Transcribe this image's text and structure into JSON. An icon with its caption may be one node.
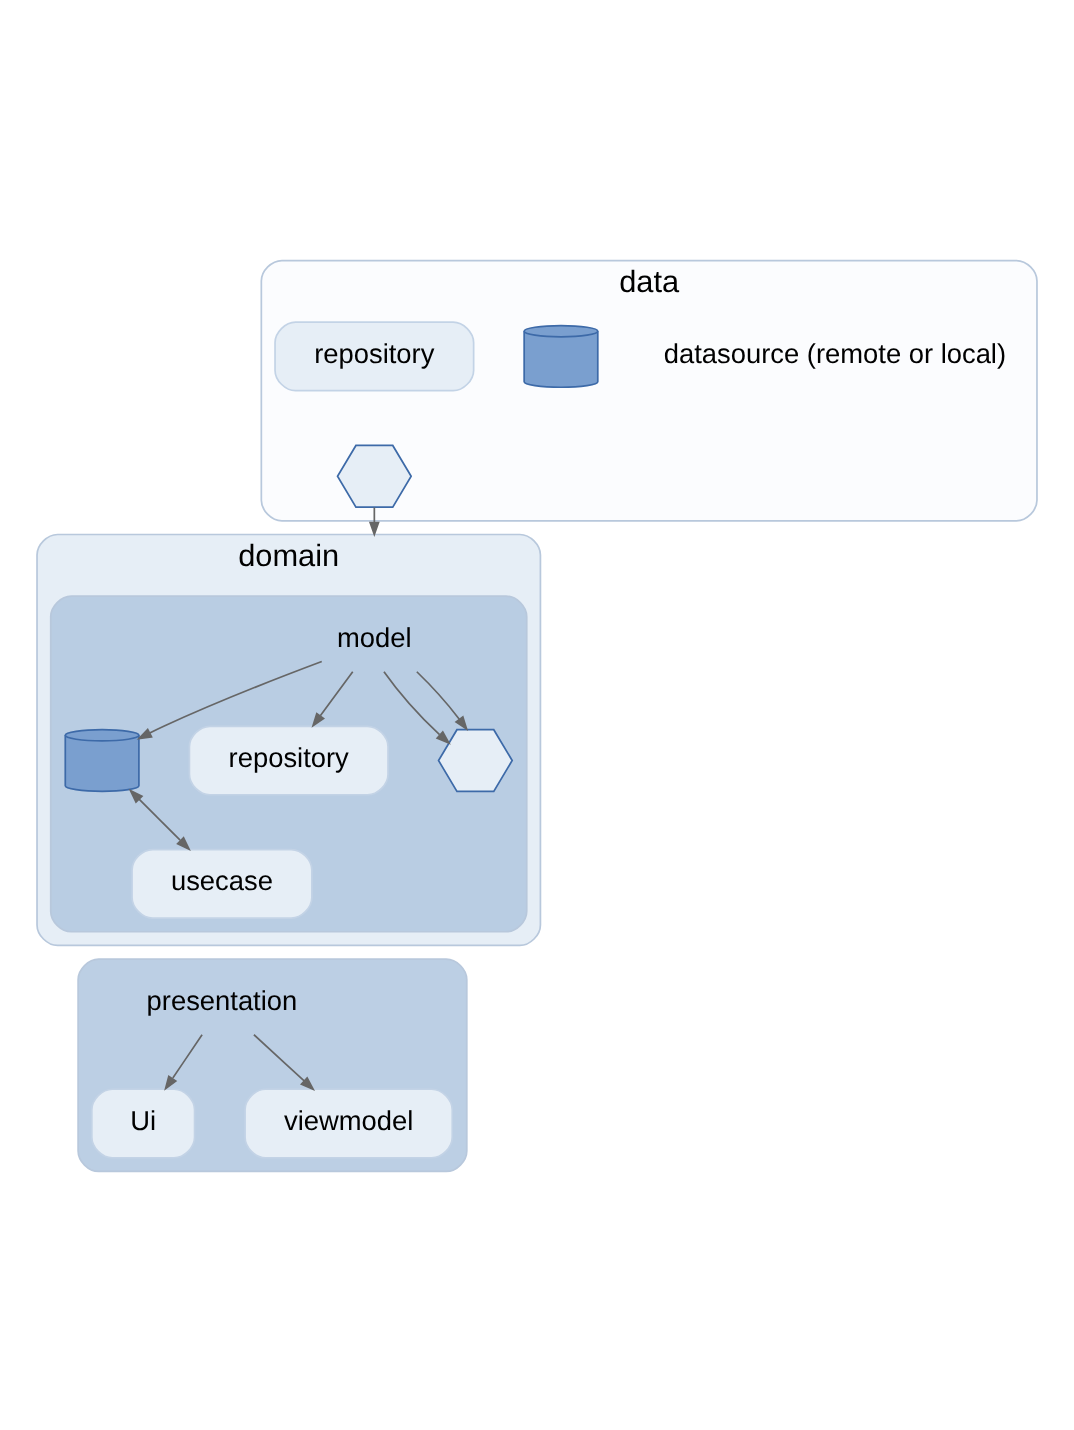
{
  "diagram": {
    "nodes": [
      {
        "text": [
          "data"
        ]
      },
      {
        "text": [
          "repository"
        ],
        "in": 0
      },
      {
        "text": [],
        "shape": "hexagon",
        "in": 0
      },
      {
        "text": [],
        "shape": "cylinder",
        "in": 0,
        "beside": [
          "datasource (remote or local)"
        ]
      },
      {
        "text": [
          "domain"
        ]
      },
      {
        "text": [],
        "shape": "box",
        "in": 4
      },
      {
        "text": [
          "model"
        ],
        "in": 5
      },
      {
        "text": [],
        "shape": "cylinder",
        "in": 5
      },
      {
        "text": [
          "repository"
        ],
        "in": 5
      },
      {
        "text": [],
        "shape": "hexagon",
        "in": 5
      },
      {
        "text": [
          "usecase"
        ],
        "in": 5
      },
      {
        "text": [],
        "shape": "box"
      },
      {
        "text": [
          "presentation"
        ],
        "in": 11
      },
      {
        "text": [
          "Ui"
        ],
        "in": 11
      },
      {
        "text": [
          "viewmodel"
        ],
        "in": 11
      }
    ],
    "edges": [
      {
        "from": 2,
        "to": 4,
        "arrow": "to"
      },
      {
        "from": 6,
        "to": 9,
        "arrow": "to"
      },
      {
        "from": 6,
        "to": 7,
        "arrow": "to"
      },
      {
        "from": 6,
        "to": 8,
        "arrow": "to"
      },
      {
        "from": 6,
        "to": 9,
        "arrow": "to"
      },
      {
        "from": 7,
        "to": 10,
        "arrow": "both"
      },
      {
        "from": 12,
        "to": 13,
        "arrow": "to"
      },
      {
        "from": 12,
        "to": 14,
        "arrow": "to"
      }
    ]
  }
}
